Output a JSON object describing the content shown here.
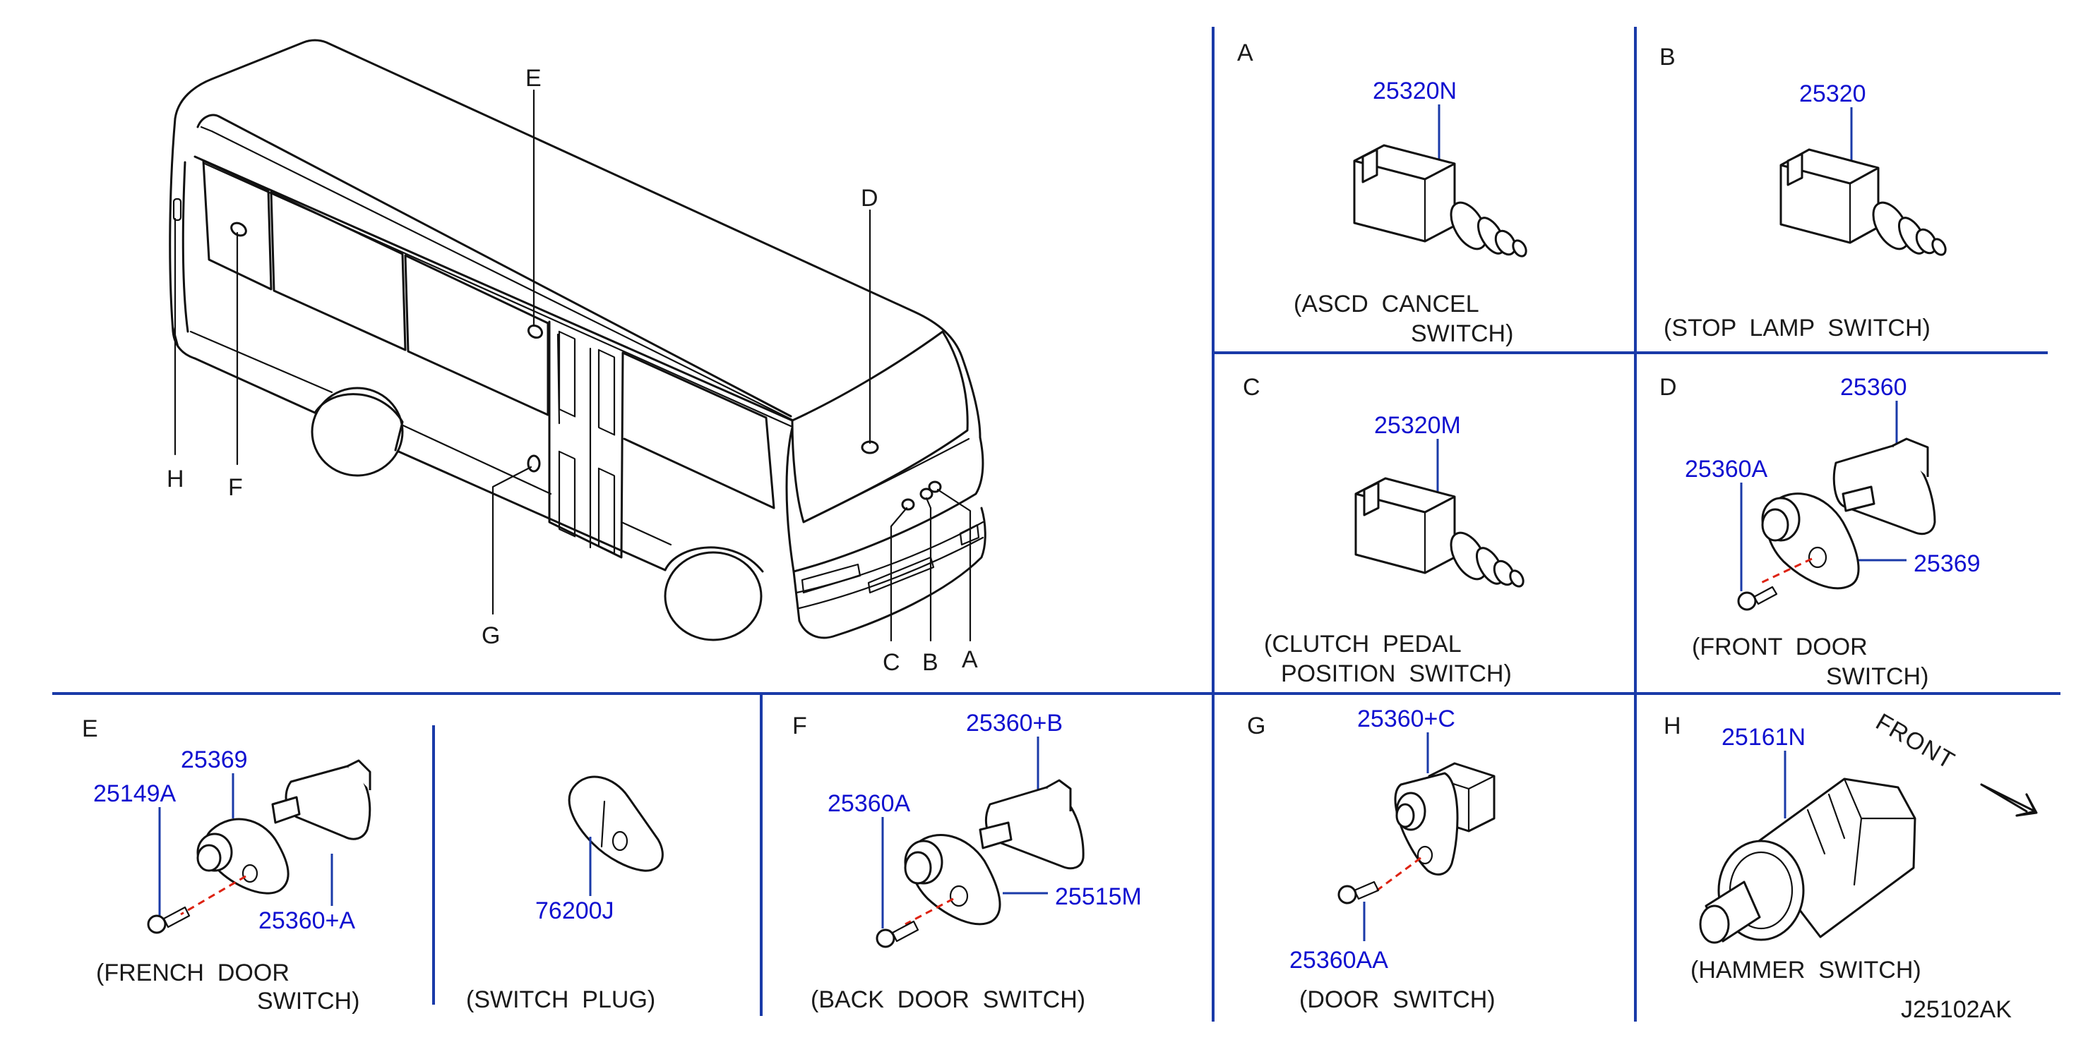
{
  "figure_id": "J25102AK",
  "vehicle_callouts": [
    "A",
    "B",
    "C",
    "D",
    "E",
    "F",
    "G",
    "H"
  ],
  "panels": {
    "A": {
      "letter": "A",
      "part": "25320N",
      "title": [
        "(ASCD  CANCEL",
        "SWITCH)"
      ]
    },
    "B": {
      "letter": "B",
      "part": "25320",
      "title": [
        "(STOP  LAMP  SWITCH)"
      ]
    },
    "C": {
      "letter": "C",
      "part": "25320M",
      "title": [
        "(CLUTCH  PEDAL",
        "POSITION  SWITCH)"
      ]
    },
    "D": {
      "letter": "D",
      "parts": [
        "25360",
        "25360A",
        "25369"
      ],
      "title": [
        "(FRONT  DOOR",
        "SWITCH)"
      ]
    },
    "E": {
      "letter": "E",
      "parts": [
        "25369",
        "25149A",
        "25360+A"
      ],
      "title": [
        "(FRENCH  DOOR",
        "SWITCH)"
      ]
    },
    "plug": {
      "part": "76200J",
      "title": [
        "(SWITCH  PLUG)"
      ]
    },
    "F": {
      "letter": "F",
      "parts": [
        "25360+B",
        "25360A",
        "25515M"
      ],
      "title": [
        "(BACK  DOOR  SWITCH)"
      ]
    },
    "G": {
      "letter": "G",
      "parts": [
        "25360+C",
        "25360AA"
      ],
      "title": [
        "(DOOR  SWITCH)"
      ]
    },
    "H": {
      "letter": "H",
      "part": "25161N",
      "direction": "FRONT",
      "title": [
        "(HAMMER  SWITCH)"
      ]
    }
  },
  "colors": {
    "part_numbers": "#1010d0",
    "leaders": "#1a3aa8",
    "dividers": "#1a3aa8",
    "screw_path": "#dd2211",
    "ink": "#111111"
  }
}
